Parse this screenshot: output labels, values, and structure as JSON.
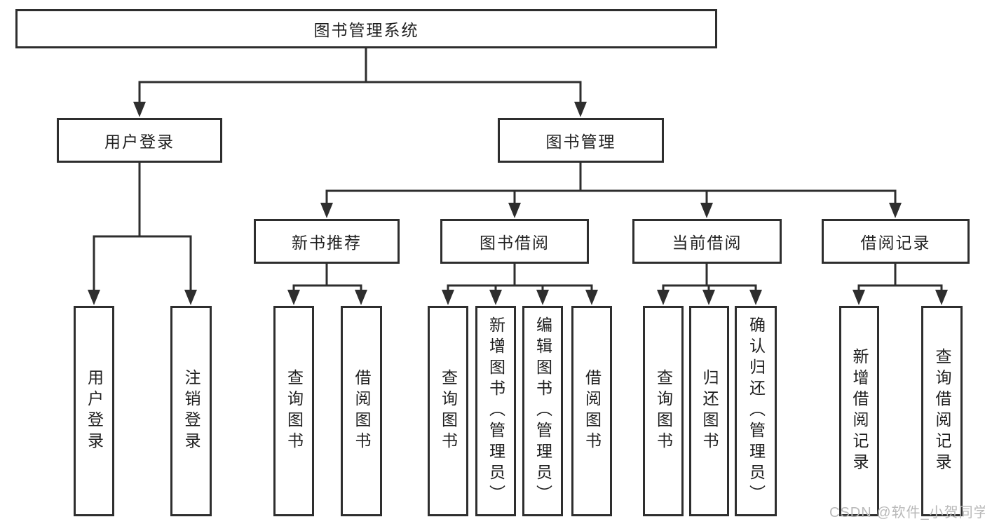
{
  "diagram": {
    "watermark": "CSDN @软件_小贺同学"
  },
  "colors": {
    "line": "#2e2e2e",
    "text": "#1f1f1f",
    "background": "#ffffff",
    "watermark": "#b9b9b9"
  },
  "nodes": {
    "root": "图书管理系统",
    "user_login": "用户登录",
    "book_mgmt": "图书管理",
    "new_book_rec": "新书推荐",
    "book_borrow": "图书借阅",
    "current_borrow": "当前借阅",
    "borrow_record": "借阅记录",
    "ul_login": "用户登录",
    "ul_logout": "注销登录",
    "nb_query": "查询图书",
    "nb_borrow": "借阅图书",
    "bb_query": "查询图书",
    "bb_add": "新增图书（管理员）",
    "bb_edit": "编辑图书（管理员）",
    "bb_borrow": "借阅图书",
    "cb_query": "查询图书",
    "cb_return": "归还图书",
    "cb_confirm": "确认归还（管理员）",
    "br_add": "新增借阅记录",
    "br_query": "查询借阅记录"
  }
}
